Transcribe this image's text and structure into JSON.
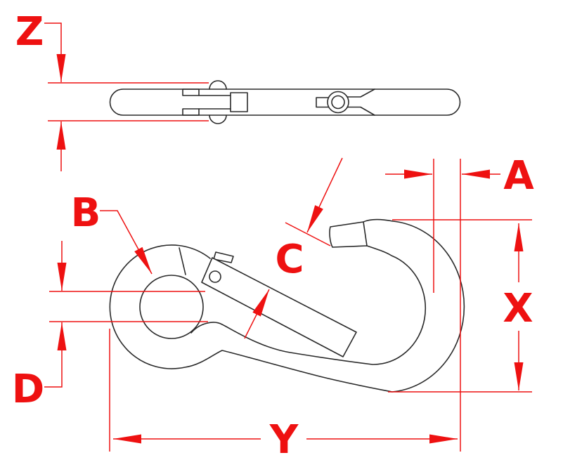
{
  "drawing": {
    "title": "Spring snap hook technical line drawing, two views with dimension callouts",
    "colors": {
      "outline": "#2a2a2a",
      "dimension_red": "#ee1111",
      "background": "#ffffff"
    },
    "views": {
      "top": "side profile of snap hook (closed, seen edge-on)",
      "main": "front profile of snap hook with eye, gate and hook"
    },
    "dimension_labels": {
      "z": "Z",
      "b": "B",
      "c": "C",
      "d": "D",
      "a": "A",
      "x": "X",
      "y": "Y"
    }
  }
}
